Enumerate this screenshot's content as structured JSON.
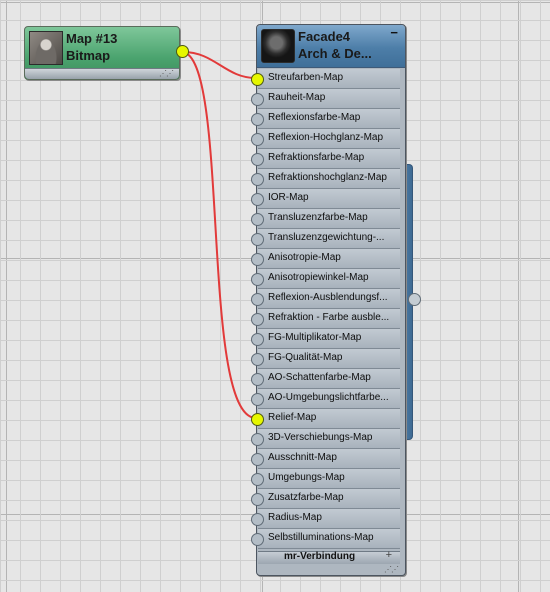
{
  "bitmap_node": {
    "title": "Map #13",
    "type": "Bitmap",
    "thumbnail_icon": "bitmap-thumbnail",
    "header_color": "#4aa36e"
  },
  "material_node": {
    "title": "Facade4",
    "type": "Arch & De...",
    "collapse_label": "−",
    "thumbnail_icon": "material-sphere-thumbnail",
    "header_color": "#4d7ea8",
    "slots": [
      {
        "label": "Streufarben-Map",
        "connected": true
      },
      {
        "label": "Rauheit-Map",
        "connected": false
      },
      {
        "label": "Reflexionsfarbe-Map",
        "connected": false
      },
      {
        "label": "Reflexion-Hochglanz-Map",
        "connected": false
      },
      {
        "label": "Refraktionsfarbe-Map",
        "connected": false
      },
      {
        "label": "Refraktionshochglanz-Map",
        "connected": false
      },
      {
        "label": "IOR-Map",
        "connected": false
      },
      {
        "label": "Transluzenzfarbe-Map",
        "connected": false
      },
      {
        "label": "Transluzenzgewichtung-...",
        "connected": false
      },
      {
        "label": "Anisotropie-Map",
        "connected": false
      },
      {
        "label": "Anisotropiewinkel-Map",
        "connected": false
      },
      {
        "label": "Reflexion-Ausblendungsf...",
        "connected": false
      },
      {
        "label": "Refraktion - Farbe ausble...",
        "connected": false
      },
      {
        "label": "FG-Multiplikator-Map",
        "connected": false
      },
      {
        "label": "FG-Qualität-Map",
        "connected": false
      },
      {
        "label": "AO-Schattenfarbe-Map",
        "connected": false
      },
      {
        "label": "AO-Umgebungslichtfarbe...",
        "connected": false
      },
      {
        "label": "Relief-Map",
        "connected": true
      },
      {
        "label": "3D-Verschiebungs-Map",
        "connected": false
      },
      {
        "label": "Ausschnitt-Map",
        "connected": false
      },
      {
        "label": "Umgebungs-Map",
        "connected": false
      },
      {
        "label": "Zusatzfarbe-Map",
        "connected": false
      },
      {
        "label": "Radius-Map",
        "connected": false
      },
      {
        "label": "Selbstilluminations-Map",
        "connected": false
      }
    ],
    "mr_section": {
      "label": "mr-Verbindung",
      "expand": "+"
    }
  },
  "wire_color": "#e23a3a",
  "socket_active_color": "#e6f700"
}
